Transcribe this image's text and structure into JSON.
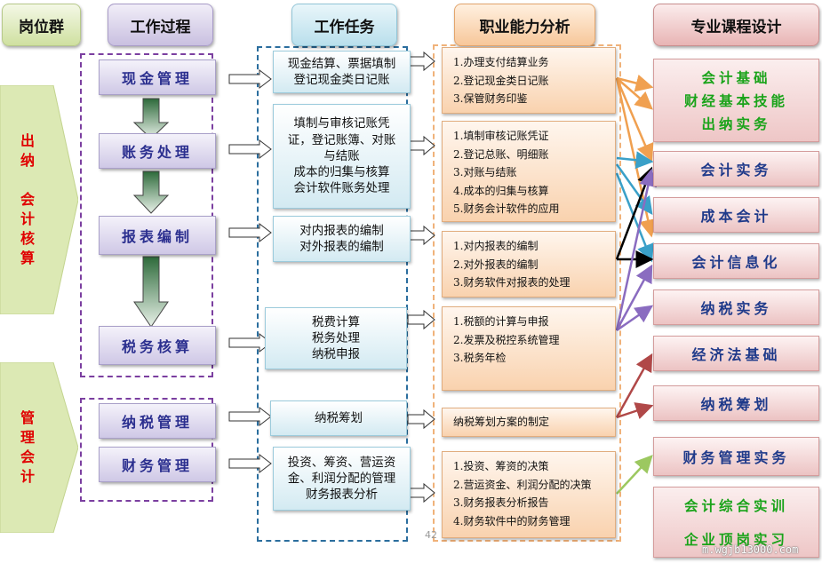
{
  "headers": {
    "group": "岗位群",
    "process": "工作过程",
    "task": "工作任务",
    "ability": "职业能力分析",
    "course": "专业课程设计"
  },
  "groups": [
    {
      "lines": [
        "出",
        "纳",
        "",
        "会",
        "计",
        "核",
        "算"
      ]
    },
    {
      "lines": [
        "管",
        "理",
        "会",
        "计"
      ]
    }
  ],
  "processes": [
    "现金管理",
    "账务处理",
    "报表编制",
    "税务核算",
    "纳税管理",
    "财务管理"
  ],
  "tasks": [
    "现金结算、票据填制\n登记现金类日记账",
    "填制与审核记账凭\n证，登记账簿、对账\n与结账\n成本的归集与核算\n会计软件账务处理",
    "对内报表的编制\n对外报表的编制",
    "税费计算\n税务处理\n纳税申报",
    "纳税筹划",
    "投资、筹资、营运资\n金、利润分配的管理\n财务报表分析"
  ],
  "abilities": [
    [
      "1.办理支付结算业务",
      "2.登记现金类日记账",
      "3.保管财务印鉴"
    ],
    [
      "1.填制审核记账凭证",
      "2.登记总账、明细账",
      "3.对账与结账",
      "4.成本的归集与核算",
      "5.财务会计软件的应用"
    ],
    [
      "1.对内报表的编制",
      "2.对外报表的编制",
      "3.财务软件对报表的处理"
    ],
    [
      "1.税额的计算与申报",
      "2.发票及税控系统管理",
      "3.税务年检"
    ],
    [
      "纳税筹划方案的制定"
    ],
    [
      "1.投资、筹资的决策",
      "2.营运资金、利润分配的决策",
      "3.财务报表分析报告",
      "4.财务软件中的财务管理"
    ]
  ],
  "courses": [
    {
      "lines": [
        "会计基础",
        "财经基本技能",
        "出纳实务"
      ]
    },
    {
      "lines": [
        "会计实务"
      ]
    },
    {
      "lines": [
        "成本会计"
      ]
    },
    {
      "lines": [
        "会计信息化"
      ]
    },
    {
      "lines": [
        "纳税实务"
      ]
    },
    {
      "lines": [
        "经济法基础"
      ]
    },
    {
      "lines": [
        "纳税筹划"
      ]
    },
    {
      "lines": [
        "财务管理实务"
      ]
    },
    {
      "lines": [
        "会计综合实训",
        "企业顶岗实习"
      ]
    }
  ],
  "colors": {
    "group_text": "#e00000",
    "process_text": "#2b2f8f",
    "course_text": "#1f3a8a",
    "course_green_text": "#19a319",
    "process_dash": "#7b3fa0",
    "task_dash": "#2b6e9e",
    "ability_dash": "#f0b27a"
  },
  "footer": {
    "page_number": "42",
    "watermark": "m.wgjb13000.com"
  }
}
